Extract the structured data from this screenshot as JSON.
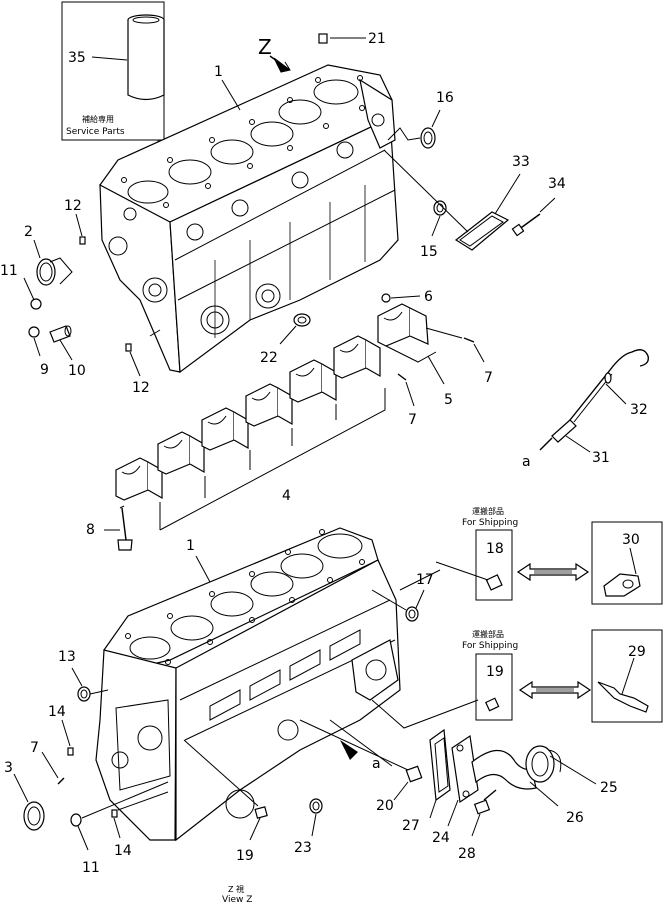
{
  "diagram": {
    "view_label_top": "Z",
    "service_parts": {
      "jp": "補給専用",
      "en": "Service Parts"
    },
    "shipping_1": {
      "jp": "運搬部品",
      "en": "For  Shipping"
    },
    "shipping_2": {
      "jp": "運搬部品",
      "en": "For  Shipping"
    },
    "view_z": {
      "jp": "Z 視",
      "en": "View Z"
    },
    "arrow_a_top": "a",
    "arrow_a_bottom": "a",
    "callouts": {
      "c35": "35",
      "c21": "21",
      "c1a": "1",
      "c16": "16",
      "c33": "33",
      "c34": "34",
      "c12a": "12",
      "c2": "2",
      "c11a": "11",
      "c15": "15",
      "c6": "6",
      "c9": "9",
      "c10": "10",
      "c12b": "12",
      "c22": "22",
      "c5": "5",
      "c7a": "7",
      "c7b": "7",
      "c32": "32",
      "c31": "31",
      "c4": "4",
      "c8": "8",
      "c1b": "1",
      "c18": "18",
      "c30": "30",
      "c17": "17",
      "c13": "13",
      "c19a": "19",
      "c29": "29",
      "c14a": "14",
      "c7c": "7",
      "c3": "3",
      "c11b": "11",
      "c14b": "14",
      "c19b": "19",
      "c23": "23",
      "c20": "20",
      "c27": "27",
      "c24": "24",
      "c28": "28",
      "c26": "26",
      "c25": "25"
    }
  }
}
